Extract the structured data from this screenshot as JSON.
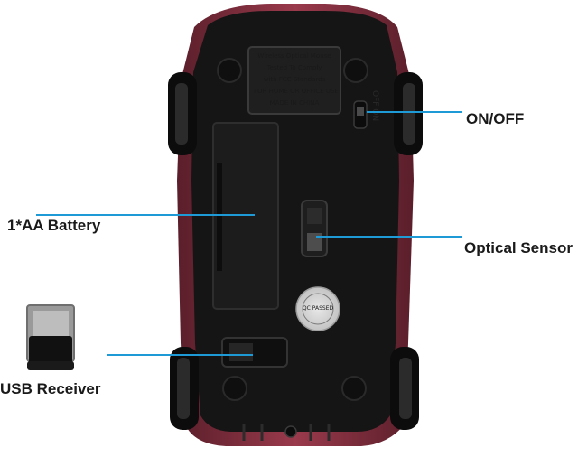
{
  "labels": {
    "on_off": "ON/OFF",
    "battery": "1*AA Battery",
    "optical_sensor": "Optical Sensor",
    "usb_receiver": "USB Receiver"
  },
  "sticker": {
    "line1": "Wireless Optical Mouse",
    "line2": "Tested To Comply",
    "line3": "with FCC Standards",
    "line4": "FOR HOME OR OFFICE USE",
    "line5": "MADE IN CHINA"
  },
  "switch_text": "OFF ON",
  "qc_sticker": "QC PASSED",
  "colors": {
    "callout_line": "#1e9bd7",
    "shell_red": "#7a2a3a",
    "body_black": "#141414"
  }
}
